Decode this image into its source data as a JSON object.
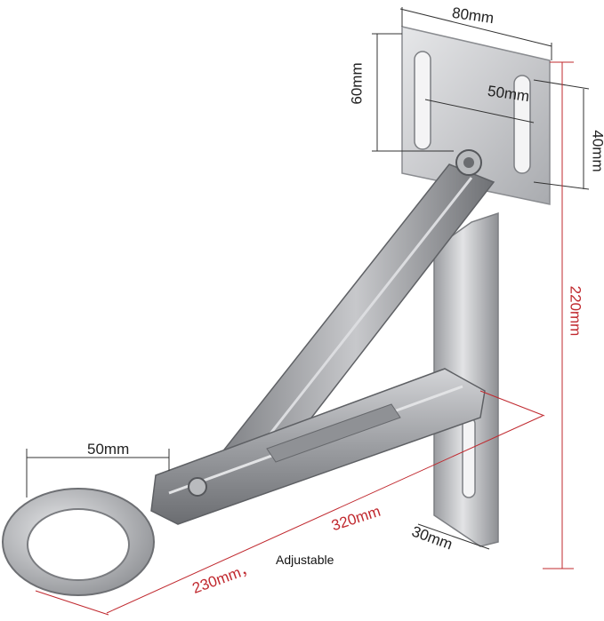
{
  "labels": {
    "top_width": "80mm",
    "top_height": "60mm",
    "slot_spacing": "50mm",
    "slot_height": "40mm",
    "total_height": "220mm",
    "ring_diameter": "50mm",
    "arm_length": "320mm",
    "arm_min": "230mm，",
    "adjustable": "Adjustable",
    "bracket_width": "30mm"
  },
  "colors": {
    "dimension_black": "#222222",
    "dimension_red": "#c0282e",
    "steel_light": "#d9dadc",
    "steel_dark": "#8a8c90"
  }
}
